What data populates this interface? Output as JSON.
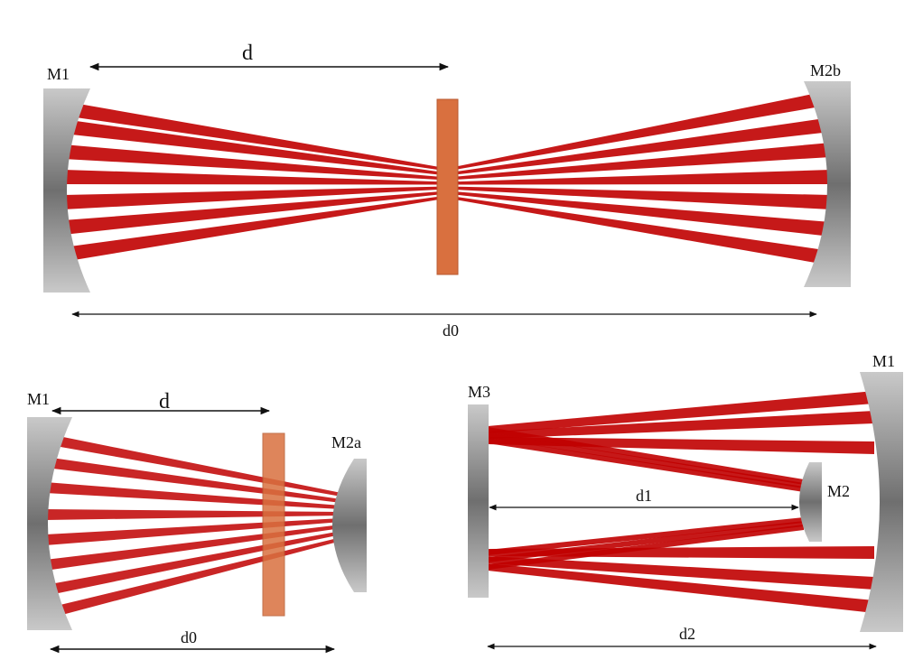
{
  "colors": {
    "beam": "#c00000",
    "crystal": "#d9703f",
    "crystal_edge": "#b85a30",
    "mirror_dark": "#6f6f6f",
    "mirror_light": "#c9c9c9",
    "arrow": "#111111"
  },
  "panels": {
    "top": {
      "mirror_left": "M1",
      "mirror_right": "M2b",
      "distance_short": "d",
      "distance_total": "d0"
    },
    "bottom_left": {
      "mirror_left": "M1",
      "mirror_right": "M2a",
      "distance_short": "d",
      "distance_total": "d0"
    },
    "bottom_right": {
      "mirror_flat": "M3",
      "mirror_small": "M2",
      "mirror_large": "M1",
      "distance_inner": "d1",
      "distance_total": "d2"
    }
  }
}
